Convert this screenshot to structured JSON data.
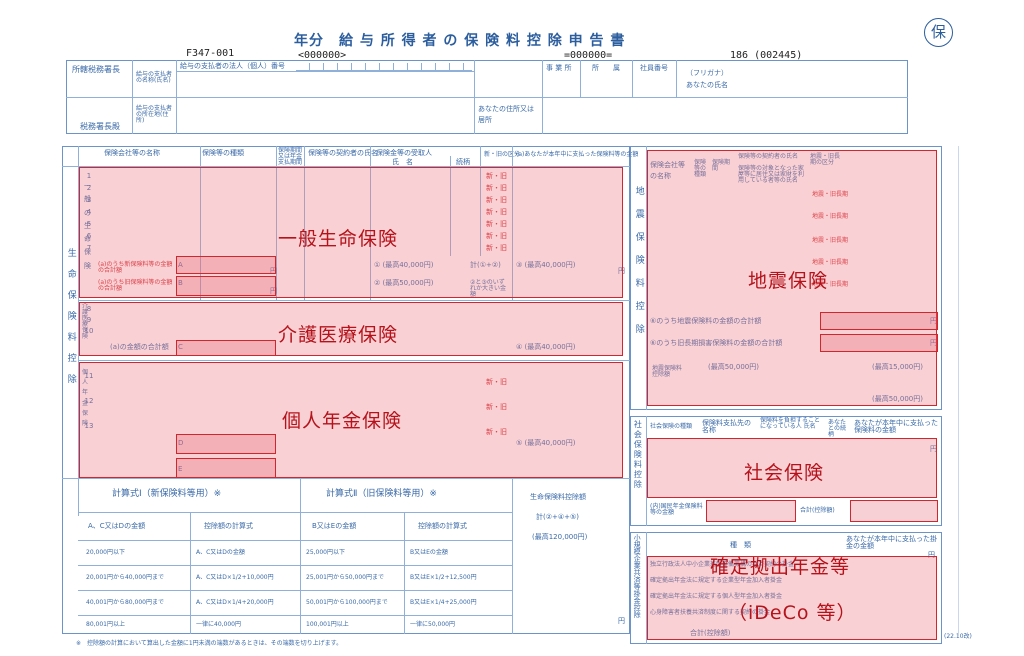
{
  "header": {
    "title": "年分　給 与 所 得 者 の 保 険 料 控 除 申 告 書",
    "form_code": "F347-001",
    "serial_left": "<000000>",
    "serial_mid": "=000000=",
    "serial_right": "186 (002445)",
    "corner_mark": "保"
  },
  "top_table": {
    "tax_office_head": "所轄税務署長",
    "payer_name_label": "給与の支払者の名称(氏名)",
    "payer_number_label": "給与の支払者の法人（個人）番号",
    "payer_address_label": "給与の支払者の所在地(住所)",
    "tax_office_label": "税務署長殿",
    "office_label": "事 業 所",
    "dept_label": "所　　属",
    "emp_no_label": "社員番号",
    "furigana_label": "（フリガナ）",
    "your_name_label": "あなたの氏名",
    "your_address_label": "あなたの住所又は居所"
  },
  "life": {
    "side_label": "生命保険料控除",
    "general_label": "一般の生命保険",
    "col_company": "保険会社等の名称",
    "col_type": "保険等の種類",
    "col_period": "保険期間又は年金支払期間",
    "col_contractor": "保険等の契約者の氏名",
    "col_recipient": "保険金等の受取人",
    "col_name": "氏　名",
    "col_relation": "続柄",
    "col_new_old": "新・旧の区分",
    "col_paid": "(a)あなたが本年中に支払った保険料等の金額",
    "new_old": "新・旧",
    "rows": [
      "1",
      "2",
      "3",
      "4",
      "5",
      "6",
      "7"
    ],
    "a_label": "(a)のうち新保険料等の金額の合計額",
    "b_label": "(a)のうち旧保険料等の金額の合計額",
    "calc_a": "① (最高40,000円)",
    "calc_b": "② (最高50,000円)",
    "sum_label": "計(①+②)",
    "max_label": "③ (最高40,000円)",
    "compare_label": "②と③のいずれか大きい金額",
    "letter_a": "A",
    "letter_b": "B",
    "yen": "円",
    "care_label": "介護医療保険",
    "care_rows": [
      "8",
      "9",
      "10"
    ],
    "care_total": "(a)の金額の合計額",
    "letter_c": "C",
    "care_max": "④ (最高40,000円)",
    "pension_label": "個人年金保険",
    "pension_rows": [
      "11",
      "12",
      "13"
    ],
    "letter_d": "D",
    "letter_e": "E",
    "pension_max": "⑤ (最高40,000円)",
    "formula1_title": "計算式Ⅰ（新保険料等用）※",
    "formula2_title": "計算式Ⅱ（旧保険料等用）※",
    "f1_col1": "A、C又はDの金額",
    "f1_col2": "控除額の計算式",
    "f2_col1": "B又はEの金額",
    "f2_col2": "控除額の計算式",
    "f1_r1a": "20,000円以下",
    "f1_r1b": "A、C又はDの金額",
    "f1_r2a": "20,001円から40,000円まで",
    "f1_r2b": "A、C又はD×1/2+10,000円",
    "f1_r3a": "40,001円から80,000円まで",
    "f1_r3b": "A、C又はD×1/4+20,000円",
    "f1_r4a": "80,001円以上",
    "f1_r4b": "一律に40,000円",
    "f2_r1a": "25,000円以下",
    "f2_r1b": "B又はEの金額",
    "f2_r2a": "25,001円から50,000円まで",
    "f2_r2b": "B又はE×1/2+12,500円",
    "f2_r3a": "50,001円から100,000円まで",
    "f2_r3b": "B又はE×1/4+25,000円",
    "f2_r4a": "100,001円以上",
    "f2_r4b": "一律に50,000円",
    "total_title": "生命保険料控除額",
    "total_formula": "計(②+④+⑤)",
    "total_max": "(最高120,000円)",
    "footnote": "※　控除額の計算において算出した金額に1円未満の端数があるときは、その端数を切り上げます。"
  },
  "quake": {
    "side_label": "地震保険料控除",
    "col_company": "保険会社等の名称",
    "col_type": "保険等の種類",
    "col_period": "保険期間",
    "col_contractor": "保険等の契約者の氏名",
    "col_target": "保険等の対象となった家屋等に居住又は家財を利用している者等の氏名",
    "col_class": "地震・旧長期の区分",
    "new_old": "地震・旧長期",
    "sum1": "⑥のうち地震保険料の金額の合計額",
    "sum2": "⑥のうち旧長期損害保険料の金額の合計額",
    "deduct_label": "地震保険料控除額",
    "max1": "(最高50,000円)",
    "max2": "(最高15,000円)",
    "max3": "(最高50,000円)",
    "yen": "円"
  },
  "social": {
    "side_label": "社会保険料控除",
    "col_type": "社会保険の種類",
    "col_payee": "保険料支払先の名称",
    "col_payer": "保険料を負担することになっている人 氏名",
    "col_rel": "あなたとの続柄",
    "col_amount": "あなたが本年中に支払った保険料の金額",
    "national_pension": "(内)国民年金保険料等の金額",
    "total": "合計(控除額)",
    "yen": "円"
  },
  "ideco": {
    "side_label": "小規模企業共済等掛金控除",
    "col_type": "種　類",
    "col_amount": "あなたが本年中に支払った掛金の金額",
    "r1": "独立行政法人中小企業基盤整備機構の共済契約の掛金",
    "r2": "確定拠出年金法に規定する企業型年金加入者掛金",
    "r3": "確定拠出年金法に規定する個人型年金加入者掛金",
    "r4": "心身障害者扶養共済制度に関する契約の掛金",
    "total": "合計(控除額)",
    "yen": "円",
    "version": "(22.10改)"
  },
  "overlays": {
    "life": "一般生命保険",
    "care": "介護医療保険",
    "pension": "個人年金保険",
    "quake": "地震保険",
    "social": "社会保険",
    "ideco1": "確定拠出年金等",
    "ideco2": "（iDeCo 等）"
  }
}
